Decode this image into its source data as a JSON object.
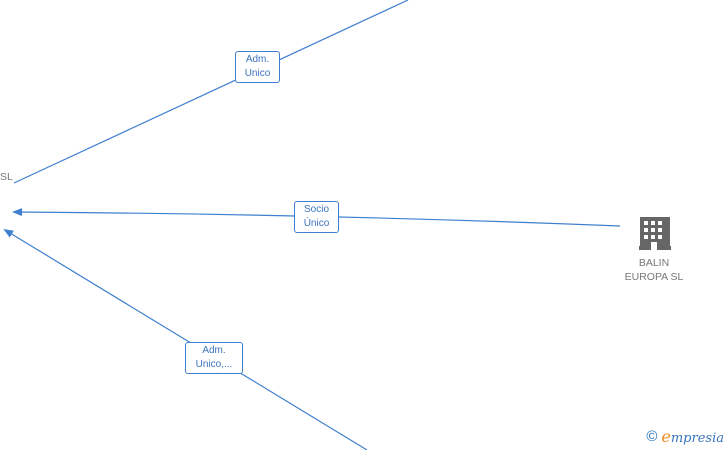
{
  "nodes": {
    "left_partial_label": "SL",
    "balin": {
      "line1": "BALIN",
      "line2": "EUROPA  SL",
      "icon": "building-icon"
    }
  },
  "edges": {
    "adm_unico_top": {
      "line1": "Adm.",
      "line2": "Unico"
    },
    "socio_unico": {
      "line1": "Socio",
      "line2": "Único"
    },
    "adm_unico_bottom": {
      "line1": "Adm.",
      "line2": "Unico,..."
    }
  },
  "colors": {
    "edge": "#3f7fcf",
    "node_text": "#777777",
    "icon": "#666666",
    "brand_accent": "#f08a1c"
  },
  "footer": {
    "copyright_symbol": "©",
    "brand_initial": "e",
    "brand_rest": "mpresia"
  }
}
